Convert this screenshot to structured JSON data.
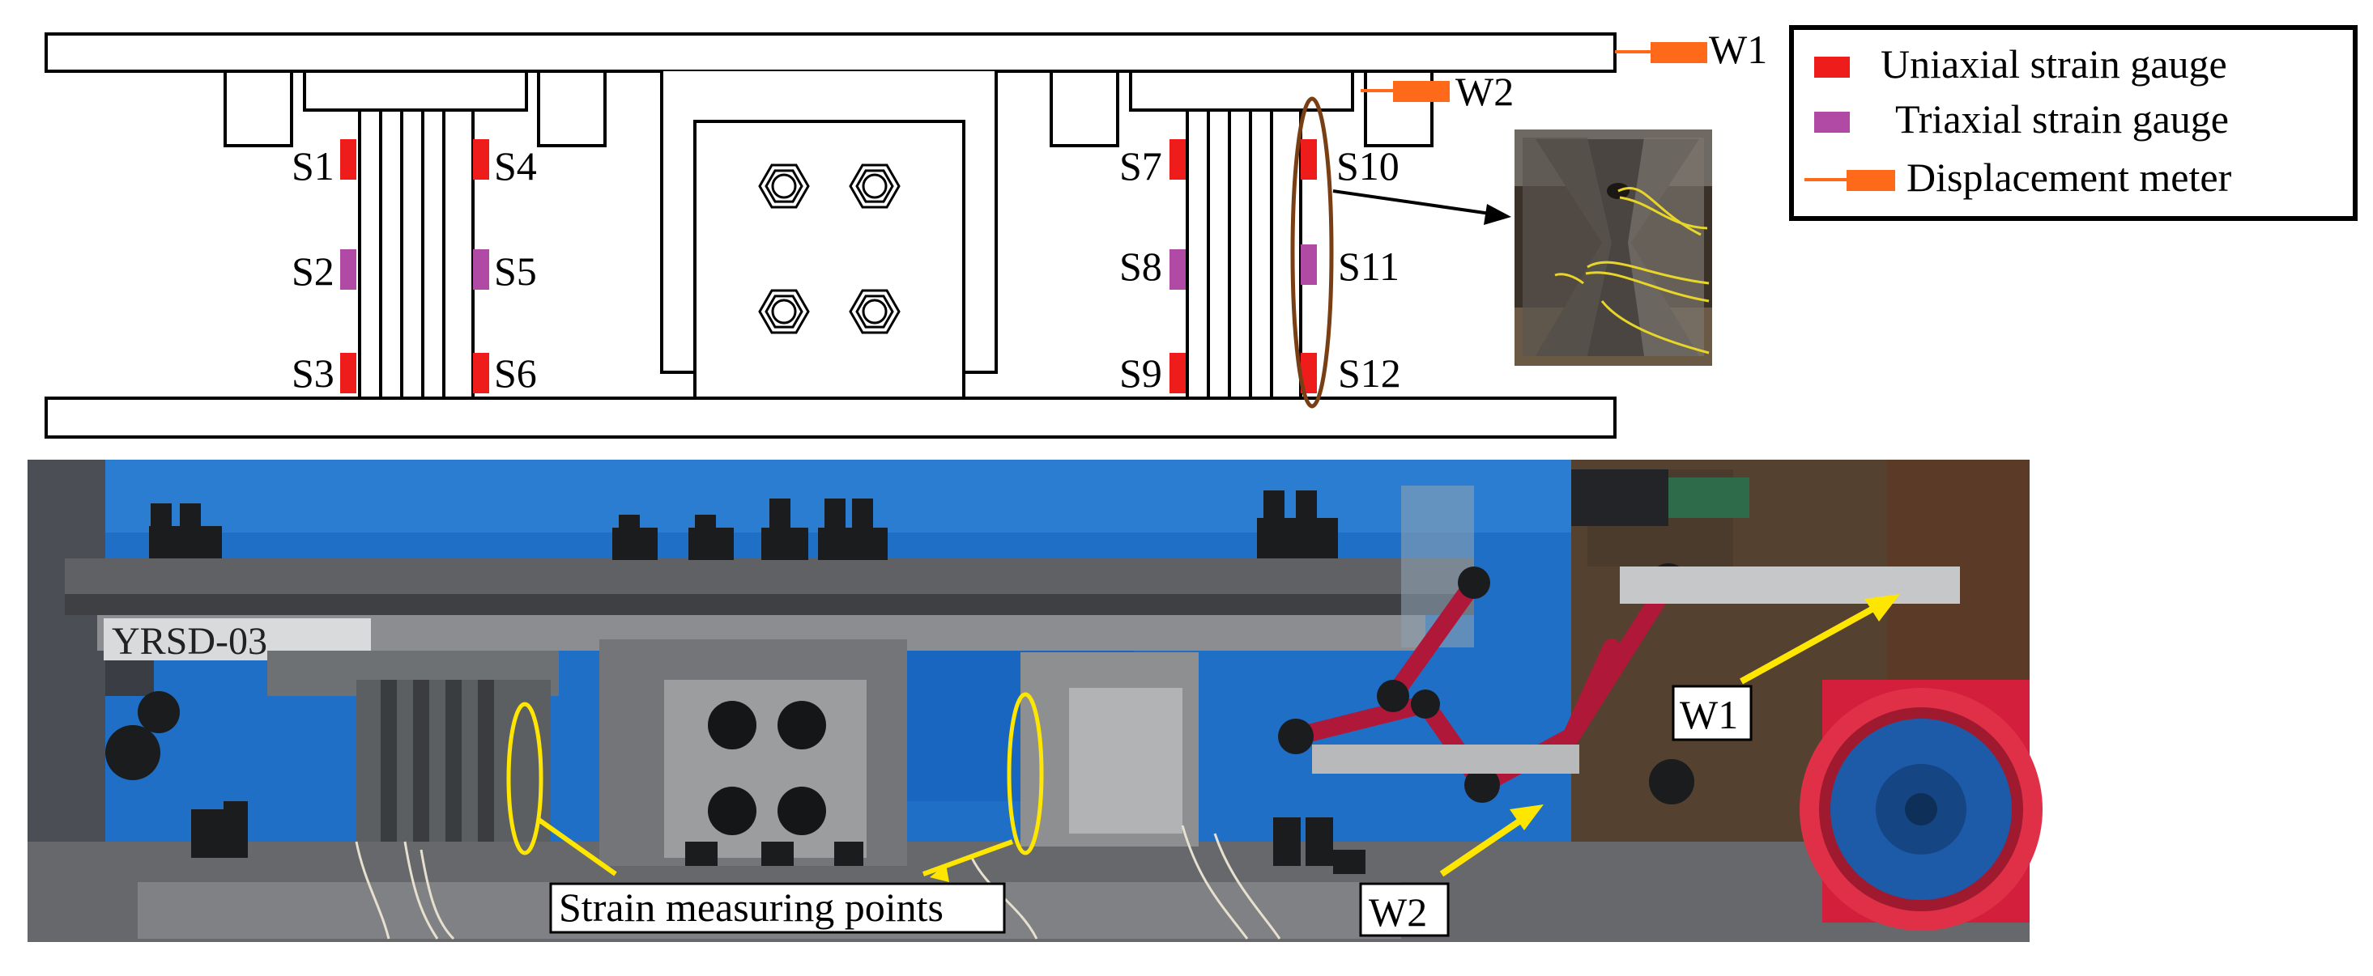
{
  "schematic": {
    "gauges": [
      {
        "label": "S1",
        "type": "uniaxial"
      },
      {
        "label": "S2",
        "type": "triaxial"
      },
      {
        "label": "S3",
        "type": "uniaxial"
      },
      {
        "label": "S4",
        "type": "uniaxial"
      },
      {
        "label": "S5",
        "type": "triaxial"
      },
      {
        "label": "S6",
        "type": "uniaxial"
      },
      {
        "label": "S7",
        "type": "uniaxial"
      },
      {
        "label": "S8",
        "type": "triaxial"
      },
      {
        "label": "S9",
        "type": "uniaxial"
      },
      {
        "label": "S10",
        "type": "uniaxial"
      },
      {
        "label": "S11",
        "type": "triaxial"
      },
      {
        "label": "S12",
        "type": "uniaxial"
      }
    ],
    "meters": [
      {
        "label": "W1"
      },
      {
        "label": "W2"
      }
    ]
  },
  "legend": {
    "items": [
      {
        "label": "Uniaxial strain gauge",
        "color": "#ef1c1c"
      },
      {
        "label": "Triaxial strain gauge",
        "color": "#b04aa5"
      },
      {
        "label": "Displacement meter",
        "color": "#ff6a1a"
      }
    ]
  },
  "photo": {
    "specimen_tag": "YRSD-03",
    "callouts": {
      "strain": "Strain measuring points",
      "w1": "W1",
      "w2": "W2"
    }
  },
  "colors": {
    "uniaxial": "#ef1c1c",
    "triaxial": "#b04aa5",
    "meter": "#ff6a1a",
    "bolt_ellipse": "#7a3e14",
    "callout": "#ffe600",
    "photo_bg": "#1f6fc6",
    "frame_red": "#b0183a"
  }
}
